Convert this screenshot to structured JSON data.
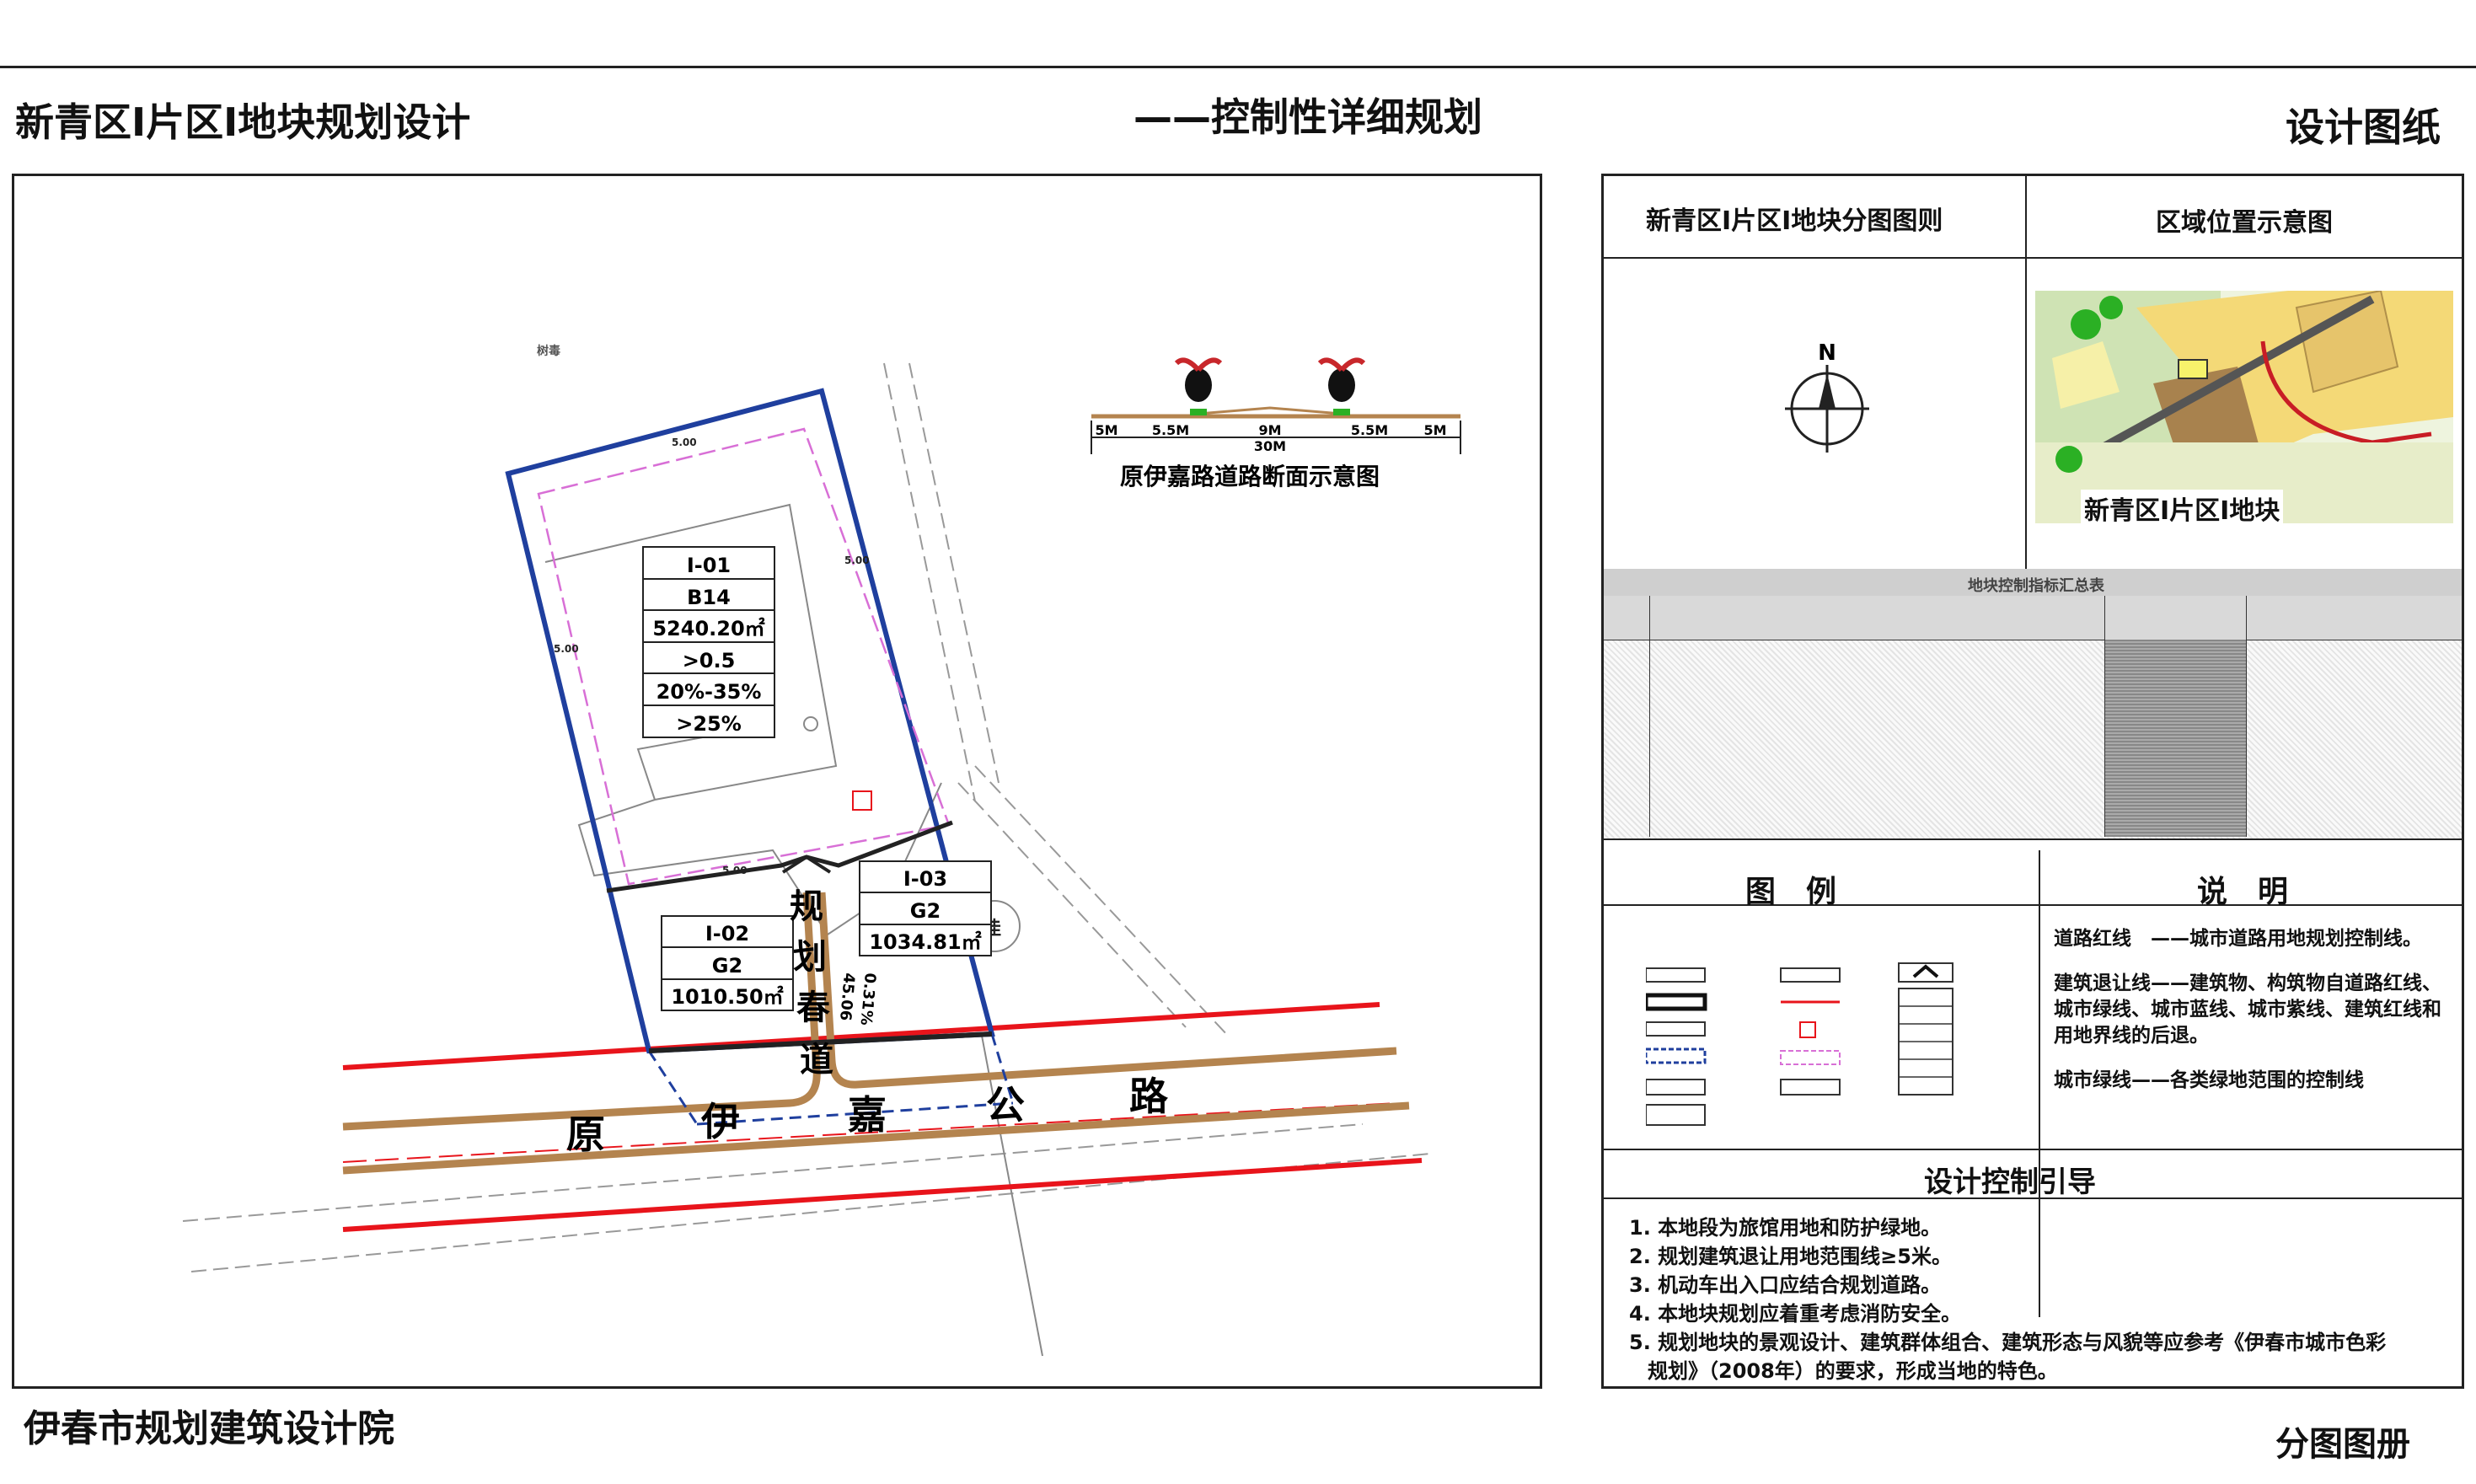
{
  "header": {
    "title_left": "新青区Ⅰ片区Ⅰ地块规划设计",
    "title_center": "——控制性详细规划",
    "title_right": "设计图纸"
  },
  "footer": {
    "institute": "伊春市规划建筑设计院",
    "booklet": "分图图册"
  },
  "map": {
    "tree_label": "树毒",
    "road_name_chars": [
      "原",
      "伊",
      "嘉",
      "公",
      "路"
    ],
    "planned_road_chars": [
      "规",
      "划",
      "春",
      "道"
    ],
    "slope": "0.31%",
    "length": "45.06",
    "setback_values": [
      "5.00",
      "5.00",
      "5.00",
      "5.00"
    ],
    "sta_label": "佳",
    "parcels": [
      {
        "id": "Ⅰ-01",
        "code": "B14",
        "area": "5240.20㎡",
        "far": ">0.5",
        "density": "20%-35%",
        "green": ">25%"
      },
      {
        "id": "Ⅰ-02",
        "code": "G2",
        "area": "1010.50㎡"
      },
      {
        "id": "Ⅰ-03",
        "code": "G2",
        "area": "1034.81㎡"
      }
    ]
  },
  "section": {
    "title": "原伊嘉路道路断面示意图",
    "widths": [
      "5M",
      "5.5M",
      "9M",
      "5.5M",
      "5M"
    ],
    "total": "30M"
  },
  "right_panel": {
    "rules_header": "新青区Ⅰ片区Ⅰ地块分图图则",
    "location_header": "区域位置示意图",
    "north": "N",
    "location_caption": "新青区Ⅰ片区Ⅰ地块",
    "table_title": "地块控制指标汇总表",
    "legend_header": "图　例",
    "notes_header": "说　明",
    "notes": [
      "道路红线　——城市道路用地规划控制线。",
      "建筑退让线——建筑物、构筑物自道路红线、城市绿线、城市蓝线、城市紫线、建筑红线和用地界线的后退。",
      "城市绿线——各类绿地范围的控制线"
    ],
    "guide_header": "设计控制引导",
    "guide": [
      "1. 本地段为旅馆用地和防护绿地。",
      "2. 规划建筑退让用地范围线≥5米。",
      "3. 机动车出入口应结合规划道路。",
      "4. 本地块规划应着重考虑消防安全。",
      "5. 规划地块的景观设计、建筑群体组合、建筑形态与风貌等应参考《伊春市城市色彩",
      "规划》（2008年）的要求，形成当地的特色。"
    ]
  },
  "colors": {
    "red_line": "#e8141b",
    "road_brown": "#b4844f",
    "boundary_blue": "#1f3f9e",
    "setback_pink": "#d86fd6",
    "grass_green": "#2bb024"
  }
}
